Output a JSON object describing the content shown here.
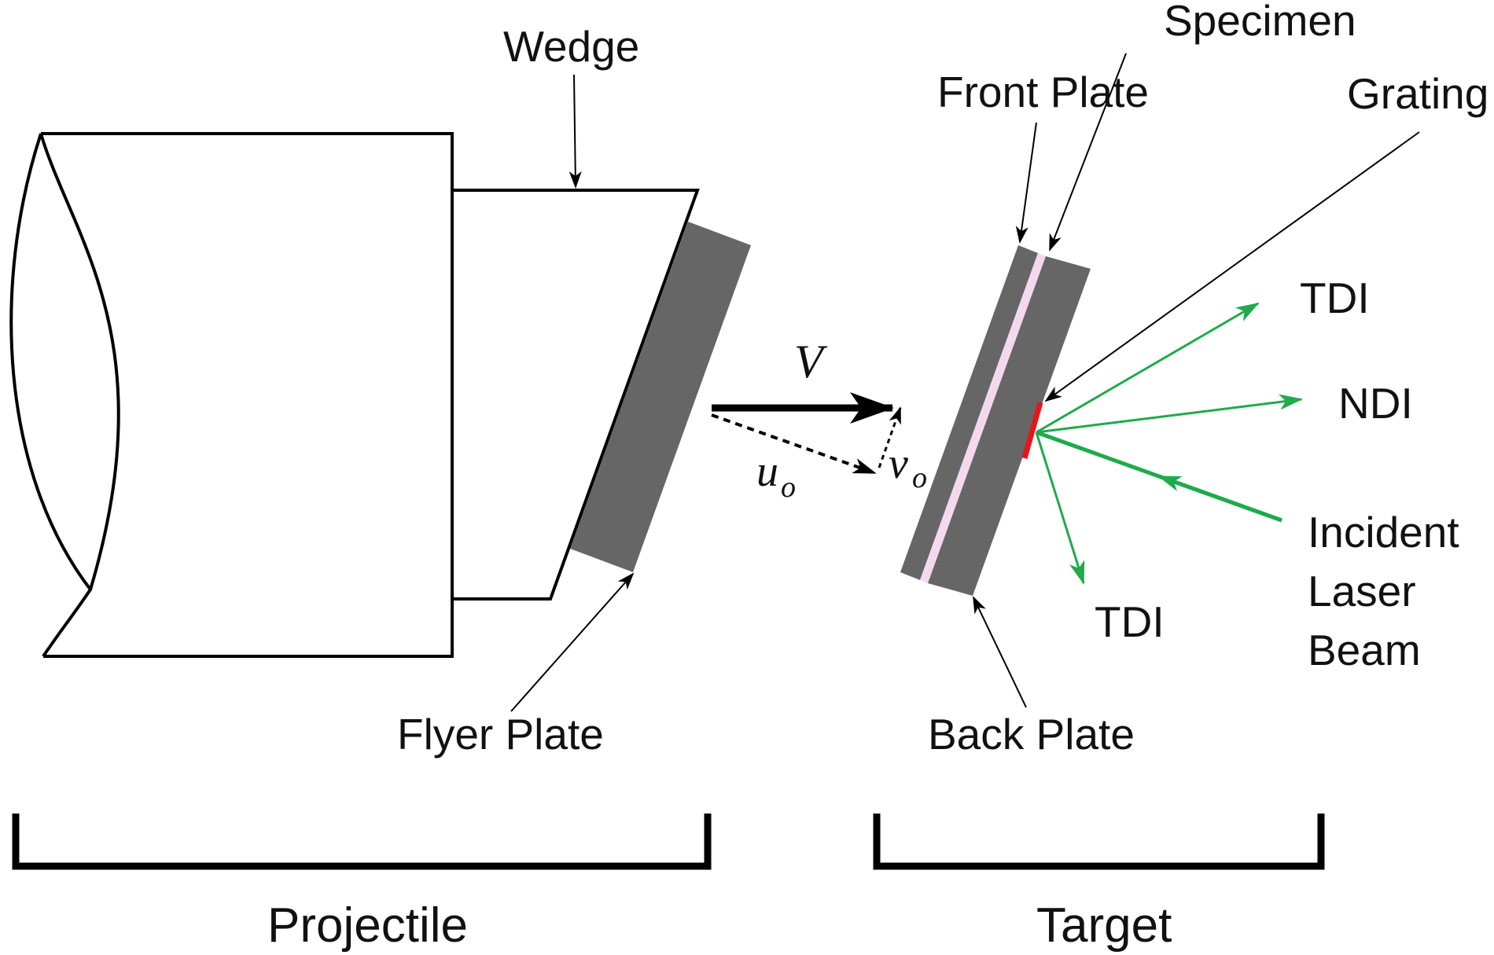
{
  "labels": {
    "wedge": "Wedge",
    "specimen": "Specimen",
    "front_plate": "Front Plate",
    "grating": "Grating",
    "tdi_top": "TDI",
    "ndi": "NDI",
    "incident_line1": "Incident",
    "incident_line2": "Laser",
    "incident_line3": "Beam",
    "tdi_bottom": "TDI",
    "flyer_plate": "Flyer Plate",
    "back_plate": "Back Plate",
    "projectile": "Projectile",
    "target": "Target"
  },
  "symbols": {
    "velocity": "V",
    "u_base": "u",
    "v_base": "v",
    "subscript": "o"
  },
  "colors": {
    "outline": "#000000",
    "plate_gray": "#666666",
    "specimen_pink": "#f4d9ee",
    "grating_red": "#e8141b",
    "laser_green": "#1faa4b"
  }
}
